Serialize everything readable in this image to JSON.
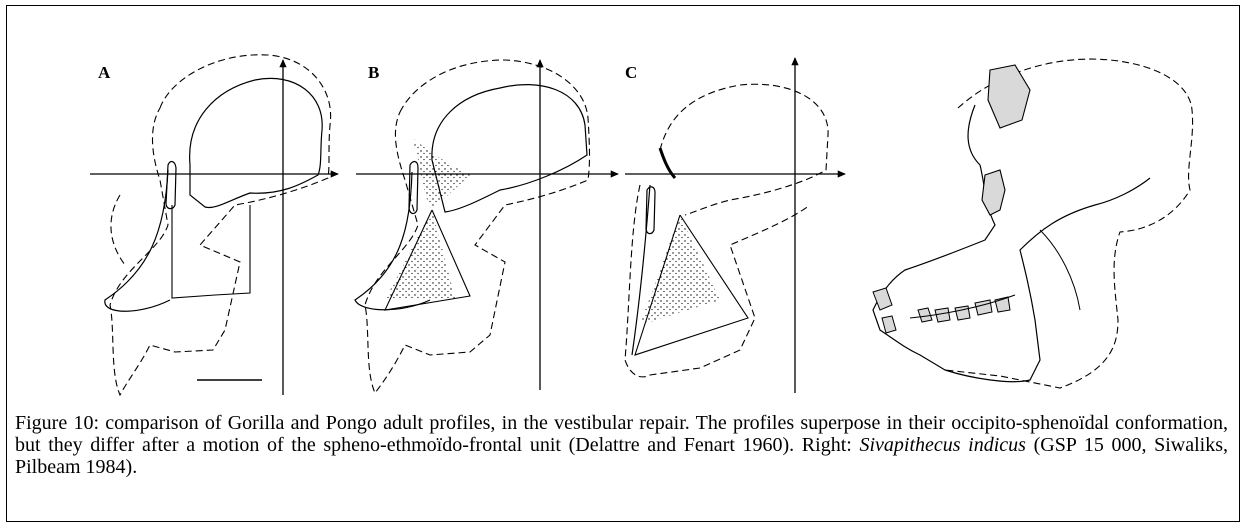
{
  "figure": {
    "panels": [
      {
        "label": "A"
      },
      {
        "label": "B"
      },
      {
        "label": "C"
      }
    ],
    "caption": {
      "part1": "Figure 10: comparison of Gorilla and Pongo adult profiles, in the vestibular repair. The profiles superpose in their occipito-sphenoïdal conformation, but they differ after a motion of the spheno-ethmoïdo-frontal unit (Delattre and Fenart 1960). Right: ",
      "species": "Sivapithecus indicus",
      "part2": " (GSP 15 000, Siwaliks, Pilbeam 1984)."
    },
    "colors": {
      "stroke": "#000000",
      "fill_grey": "#d9d9d9",
      "background": "#ffffff"
    }
  }
}
